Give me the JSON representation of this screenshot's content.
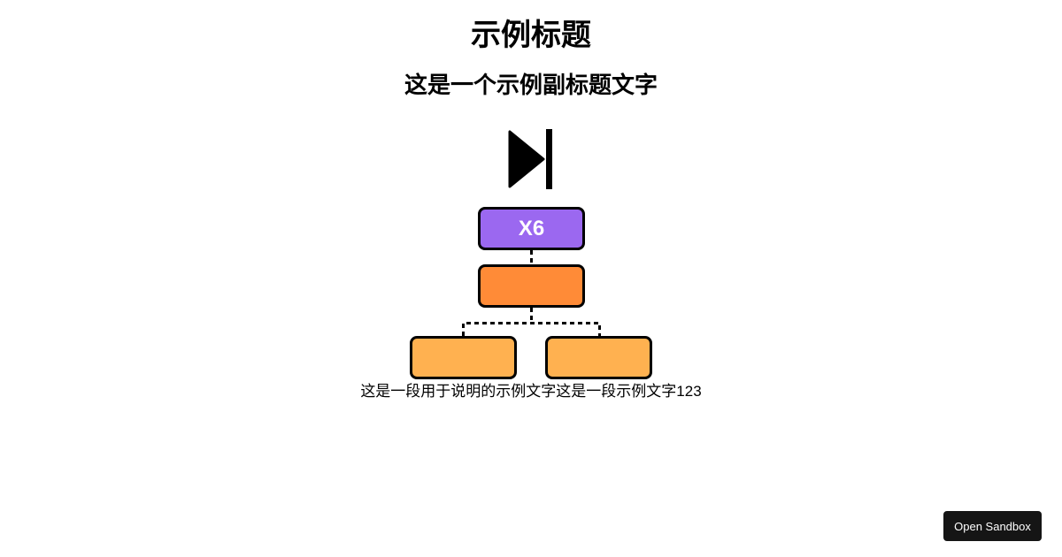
{
  "page": {
    "title": "示例标题",
    "subtitle": "这是一个示例副标题文字"
  },
  "icons": {
    "skip": "skip-next-icon"
  },
  "diagram": {
    "root_label": "X6",
    "mid_label": "",
    "left_label": "",
    "right_label": "",
    "colors": {
      "root": "#9b68f0",
      "mid": "#ff8b37",
      "leaf": "#ffb150",
      "stroke": "#000000"
    }
  },
  "caption": "这是一段用于说明的示例文字这是一段示例文字123",
  "actions": {
    "open_sandbox_label": "Open Sandbox"
  }
}
